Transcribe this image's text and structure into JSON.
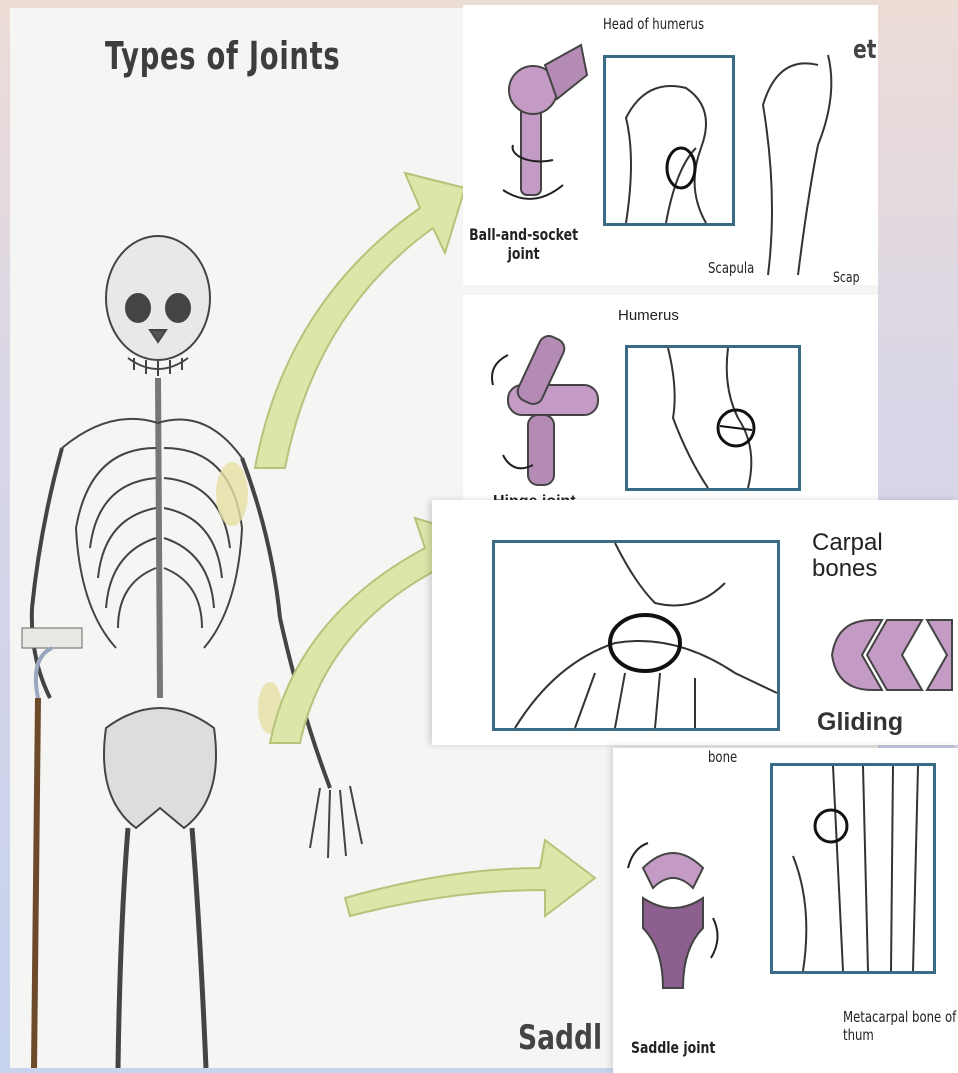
{
  "title": "Types of Joints",
  "panels": {
    "ball_socket": {
      "label_head": "Head of humerus",
      "label_joint": "Ball-and-socket joint",
      "label_scapula": "Scapula",
      "cut_text_top": "et",
      "cut_text_bottom": "Scap"
    },
    "hinge": {
      "label_humerus": "Humerus",
      "label_joint_cut": "Hinge joint"
    },
    "gliding": {
      "label_carpal": "Carpal bones",
      "label_joint": "Gliding"
    },
    "saddle": {
      "label_bone": "bone",
      "label_joint": "Saddle joint",
      "label_metacarpal": "Metacarpal bone of thum",
      "left_cut_text": "Saddl"
    }
  },
  "colors": {
    "background_top": "#ecdcd6",
    "background_bottom": "#c6d2ee",
    "arrow_fill": "#dbe6a8",
    "joint_model": "#c39bc4",
    "joint_model_dark": "#8c5f8f",
    "panel_frame": "#3a6b84"
  }
}
